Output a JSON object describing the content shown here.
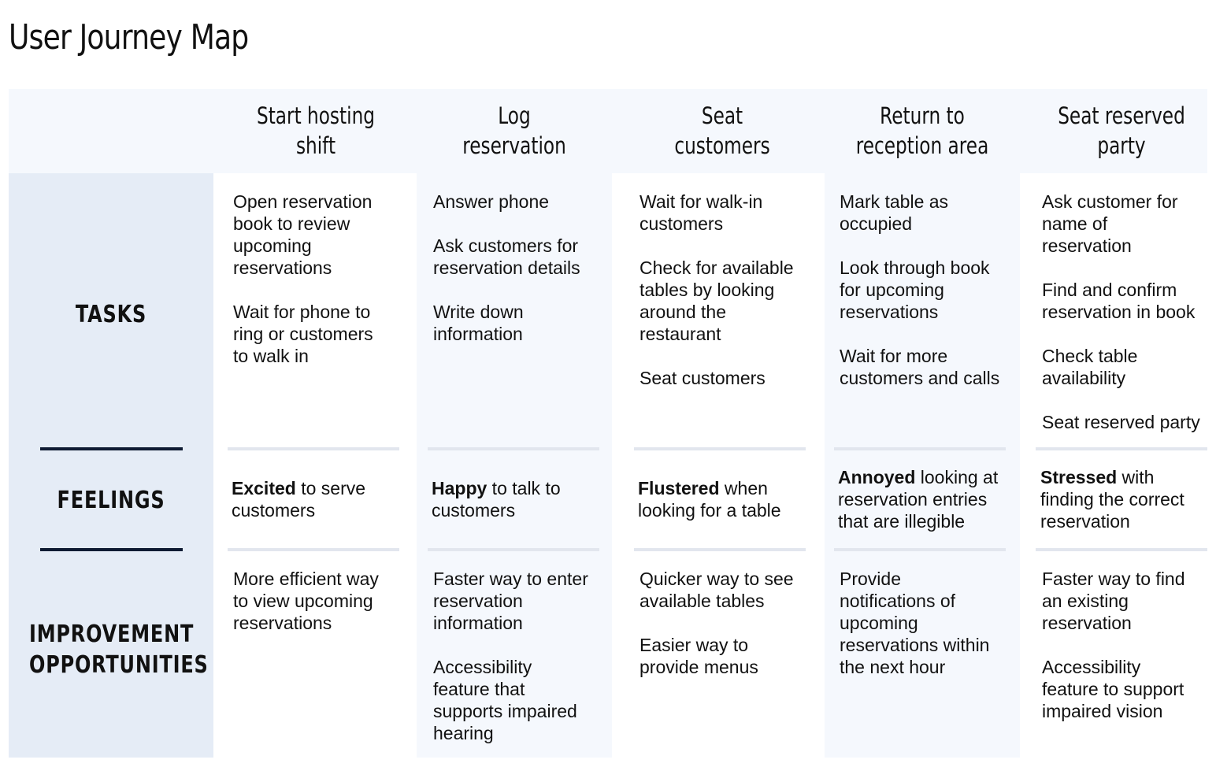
{
  "title": "User Journey Map",
  "row_labels": {
    "tasks": "TASKS",
    "feelings": "FEELINGS",
    "improvement_line1": "IMPROVEMENT",
    "improvement_line2": "OPPORTUNITIES"
  },
  "stages": [
    {
      "title_line1": "Start hosting",
      "title_line2": "shift",
      "tasks": [
        "Open reservation\nbook to review\nupcoming\nreservations",
        "Wait for phone to\nring or customers\nto walk in"
      ],
      "feeling_bold": "Excited",
      "feeling_rest": " to serve\ncustomers",
      "improvements": [
        "More efficient way\nto view upcoming\nreservations"
      ]
    },
    {
      "title_line1": "Log",
      "title_line2": "reservation",
      "tasks": [
        "Answer phone",
        "Ask customers for\nreservation details",
        "Write down\ninformation"
      ],
      "feeling_bold": "Happy",
      "feeling_rest": " to talk to\ncustomers",
      "improvements": [
        "Faster way to enter\nreservation\ninformation",
        "Accessibility\nfeature that\nsupports impaired\nhearing"
      ]
    },
    {
      "title_line1": "Seat",
      "title_line2": "customers",
      "tasks": [
        "Wait for walk-in\ncustomers",
        "Check for available\ntables by looking\naround the\nrestaurant",
        "Seat customers"
      ],
      "feeling_bold": "Flustered",
      "feeling_rest": " when\nlooking for a table",
      "improvements": [
        "Quicker way to see\navailable tables",
        "Easier way to\nprovide menus"
      ]
    },
    {
      "title_line1": "Return to",
      "title_line2": "reception area",
      "tasks": [
        "Mark table as\noccupied",
        "Look through book\nfor upcoming\nreservations",
        "Wait for more\ncustomers and calls"
      ],
      "feeling_bold": "Annoyed",
      "feeling_rest": " looking at\nreservation entries\nthat are illegible",
      "improvements": [
        "Provide\nnotifications of\nupcoming\nreservations within\nthe next hour"
      ]
    },
    {
      "title_line1": "Seat reserved",
      "title_line2": "party",
      "tasks": [
        "Ask customer for\nname of\nreservation",
        "Find and confirm\nreservation in book",
        "Check table\navailability",
        "Seat reserved party"
      ],
      "feeling_bold": "Stressed",
      "feeling_rest": " with\nfinding the correct\nreservation",
      "improvements": [
        "Faster way to find\nan existing\nreservation",
        "Accessibility\nfeature to support\nimpaired vision"
      ]
    }
  ],
  "colors": {
    "header_band": "#f5f8fd",
    "label_column": "#e5ecf6",
    "column_white": "#ffffff",
    "column_tint": "#f5f8fd",
    "divider_dark": "#0f1b33",
    "divider_light": "#e2e6ee"
  }
}
